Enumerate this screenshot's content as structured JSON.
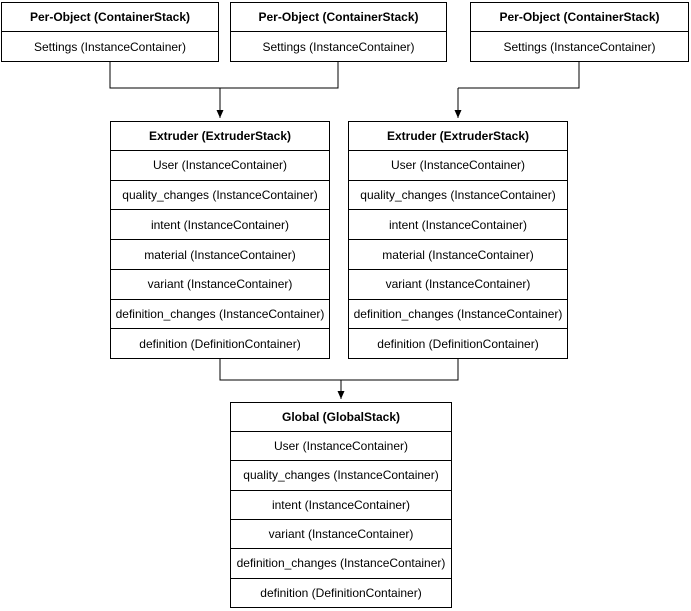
{
  "colors": {
    "background": "#ffffff",
    "box_fill": "#ffffff",
    "line": "#000000",
    "text": "#000000"
  },
  "stacks": {
    "per_object_1": {
      "header": "Per-Object (ContainerStack)",
      "rows": [
        "Settings (InstanceContainer)"
      ]
    },
    "per_object_2": {
      "header": "Per-Object (ContainerStack)",
      "rows": [
        "Settings (InstanceContainer)"
      ]
    },
    "per_object_3": {
      "header": "Per-Object (ContainerStack)",
      "rows": [
        "Settings (InstanceContainer)"
      ]
    },
    "extruder_left": {
      "header": "Extruder (ExtruderStack)",
      "rows": [
        "User (InstanceContainer)",
        "quality_changes (InstanceContainer)",
        "intent (InstanceContainer)",
        "material (InstanceContainer)",
        "variant (InstanceContainer)",
        "definition_changes (InstanceContainer)",
        "definition (DefinitionContainer)"
      ]
    },
    "extruder_right": {
      "header": "Extruder (ExtruderStack)",
      "rows": [
        "User (InstanceContainer)",
        "quality_changes (InstanceContainer)",
        "intent (InstanceContainer)",
        "material (InstanceContainer)",
        "variant (InstanceContainer)",
        "definition_changes (InstanceContainer)",
        "definition (DefinitionContainer)"
      ]
    },
    "global": {
      "header": "Global (GlobalStack)",
      "rows": [
        "User (InstanceContainer)",
        "quality_changes (InstanceContainer)",
        "intent (InstanceContainer)",
        "variant (InstanceContainer)",
        "definition_changes (InstanceContainer)",
        "definition (DefinitionContainer)"
      ]
    }
  },
  "connections": [
    {
      "from": [
        "per_object_1",
        "per_object_2"
      ],
      "to": "extruder_left"
    },
    {
      "from": [
        "per_object_3"
      ],
      "to": "extruder_right"
    },
    {
      "from": [
        "extruder_left",
        "extruder_right"
      ],
      "to": "global"
    }
  ]
}
